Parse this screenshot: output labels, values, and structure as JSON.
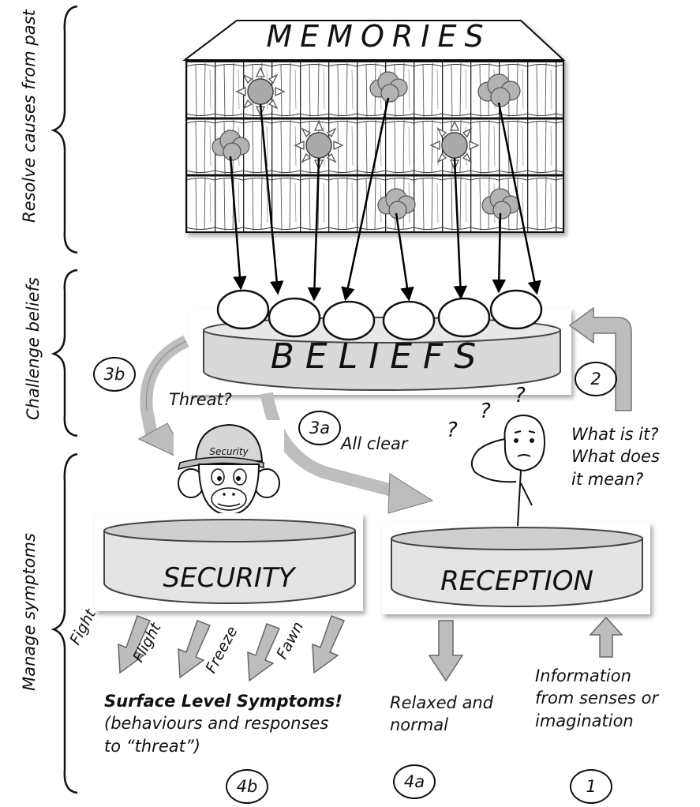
{
  "side_labels": {
    "resolve": "Resolve causes from past",
    "challenge": "Challenge beliefs",
    "manage": "Manage symptoms"
  },
  "memories": {
    "title": "MEMORIES"
  },
  "beliefs": {
    "title": "BELIEFS"
  },
  "security": {
    "title": "SECURITY",
    "cap_text": "Security"
  },
  "reception": {
    "title": "RECEPTION"
  },
  "labels": {
    "threat": "Threat?",
    "all_clear": "All clear",
    "question_line1": "What is it?",
    "question_line2": "What does",
    "question_line3": "it mean?",
    "q_marks": [
      "?",
      "?",
      "?"
    ],
    "responses": [
      "Fight",
      "Flight",
      "Freeze",
      "Fawn"
    ],
    "symptoms_title": "Surface Level Symptoms!",
    "symptoms_line2": "(behaviours and responses",
    "symptoms_line3": "to “threat”)",
    "relaxed_line1": "Relaxed and",
    "relaxed_line2": "normal",
    "info_line1": "Information",
    "info_line2": "from senses or",
    "info_line3": "imagination"
  },
  "steps": {
    "s1": "1",
    "s2": "2",
    "s3a": "3a",
    "s3b": "3b",
    "s4a": "4a",
    "s4b": "4b"
  }
}
